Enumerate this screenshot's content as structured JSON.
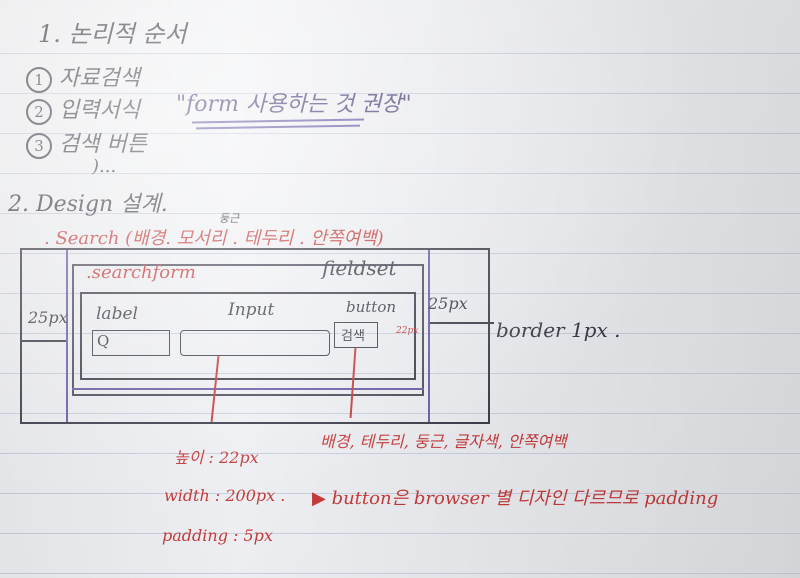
{
  "heading1": "1. 논리적 순서",
  "steps": [
    {
      "num": "1",
      "text": "자료검색"
    },
    {
      "num": "2",
      "text": "입력서식"
    },
    {
      "num": "3",
      "text": "검색 버튼"
    }
  ],
  "ellipsis": ")...",
  "quote": "\"form 사용하는 것 권장\"",
  "heading2": "2. Design 설계.",
  "search_class": ". Search (배경. 모서리 . 테두리 . 안쪽여백)",
  "search_class_superscript": "둥근",
  "search_form_label": ".searchform",
  "fieldset_label": "fieldset",
  "label_label": "label",
  "input_label": "Input",
  "button_label": "button",
  "label_icon": "Q",
  "button_text": "검색",
  "button_small_note": "22px",
  "left_margin": "25px",
  "right_margin": "25px",
  "border_note": "border 1px .",
  "input_notes": [
    "높이 : 22px",
    "width : 200px .",
    "padding : 5px"
  ],
  "button_notes": "배경, 테두리, 둥근, 글자색, 안쪽여백",
  "bottom_note": "▶ button은 browser 별 디자인 다르므로 padding",
  "colors": {
    "pencil": "#3c3c4a",
    "purple": "#4b3f7a",
    "red": "#c63a3a"
  }
}
